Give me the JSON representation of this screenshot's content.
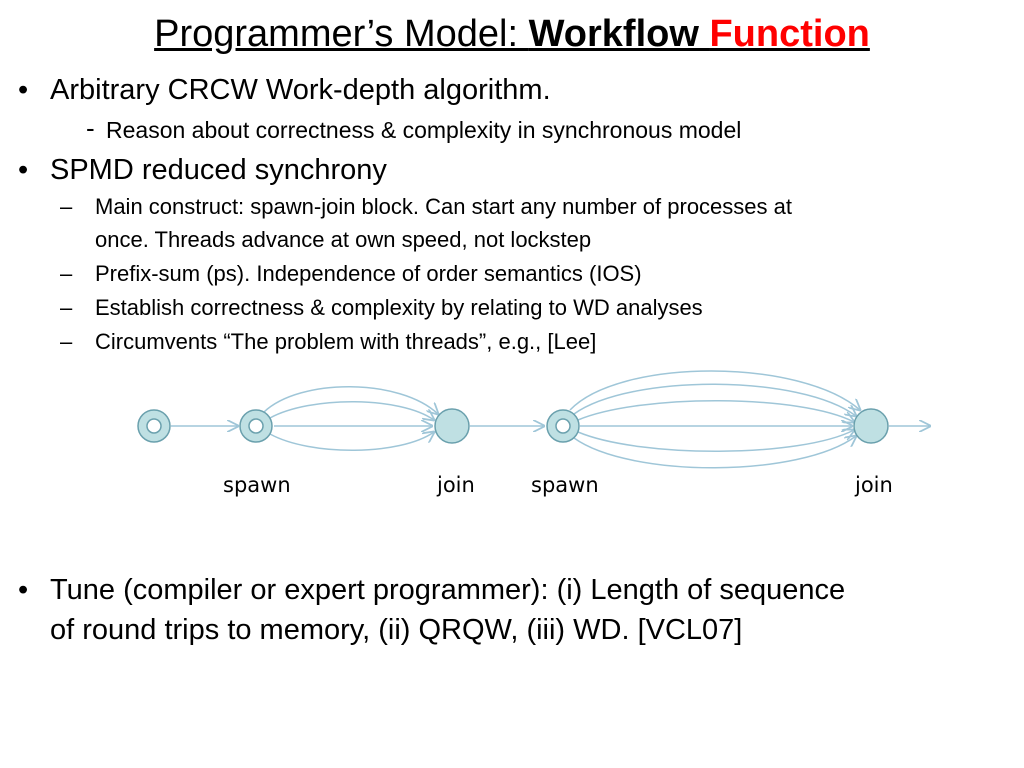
{
  "slide": {
    "title": {
      "plain": "Programmer’s Model: ",
      "bold": "Workflow ",
      "red": "Function"
    },
    "bullet_glyph": "•",
    "dash_glyph": "–",
    "hyphen_glyph": "-",
    "items": {
      "b1": "Arbitrary CRCW Work-depth algorithm.",
      "b1_sub": "Reason about correctness & complexity in synchronous model",
      "b2": "SPMD reduced synchrony",
      "b2_sub1_line1": "Main construct: spawn-join block. Can start any number of processes at",
      "b2_sub1_line2": "once. Threads advance at own speed, not lockstep",
      "b2_sub2": "Prefix-sum (ps). Independence of order semantics (IOS)",
      "b2_sub3": "Establish correctness & complexity by relating to WD analyses",
      "b2_sub4": "Circumvents “The problem with threads”, e.g., [Lee]",
      "b3_line1": "Tune (compiler or expert programmer): (i) Length of sequence",
      "b3_line2": "of round trips to memory, (ii)  QRQW, (iii) WD. [VCL07]"
    },
    "diagram": {
      "labels": {
        "spawn1": "spawn",
        "join1": "join",
        "spawn2": "spawn",
        "join2": "join"
      },
      "colors": {
        "node_fill": "#bfe0e3",
        "node_stroke": "#6aa0ad",
        "edge": "#9fc6d8"
      }
    }
  }
}
